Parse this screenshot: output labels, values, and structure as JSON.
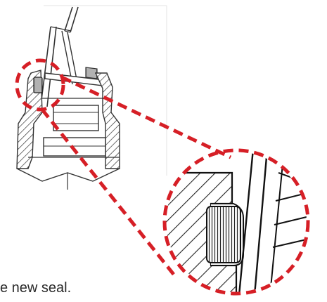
{
  "caption": {
    "text": "e new seal."
  },
  "callout": {
    "color": "#d61f26",
    "style": "dashed"
  },
  "icons": {
    "valve_cutaway": "technical-drawing",
    "magnifier": "zoom-callout-circle"
  }
}
